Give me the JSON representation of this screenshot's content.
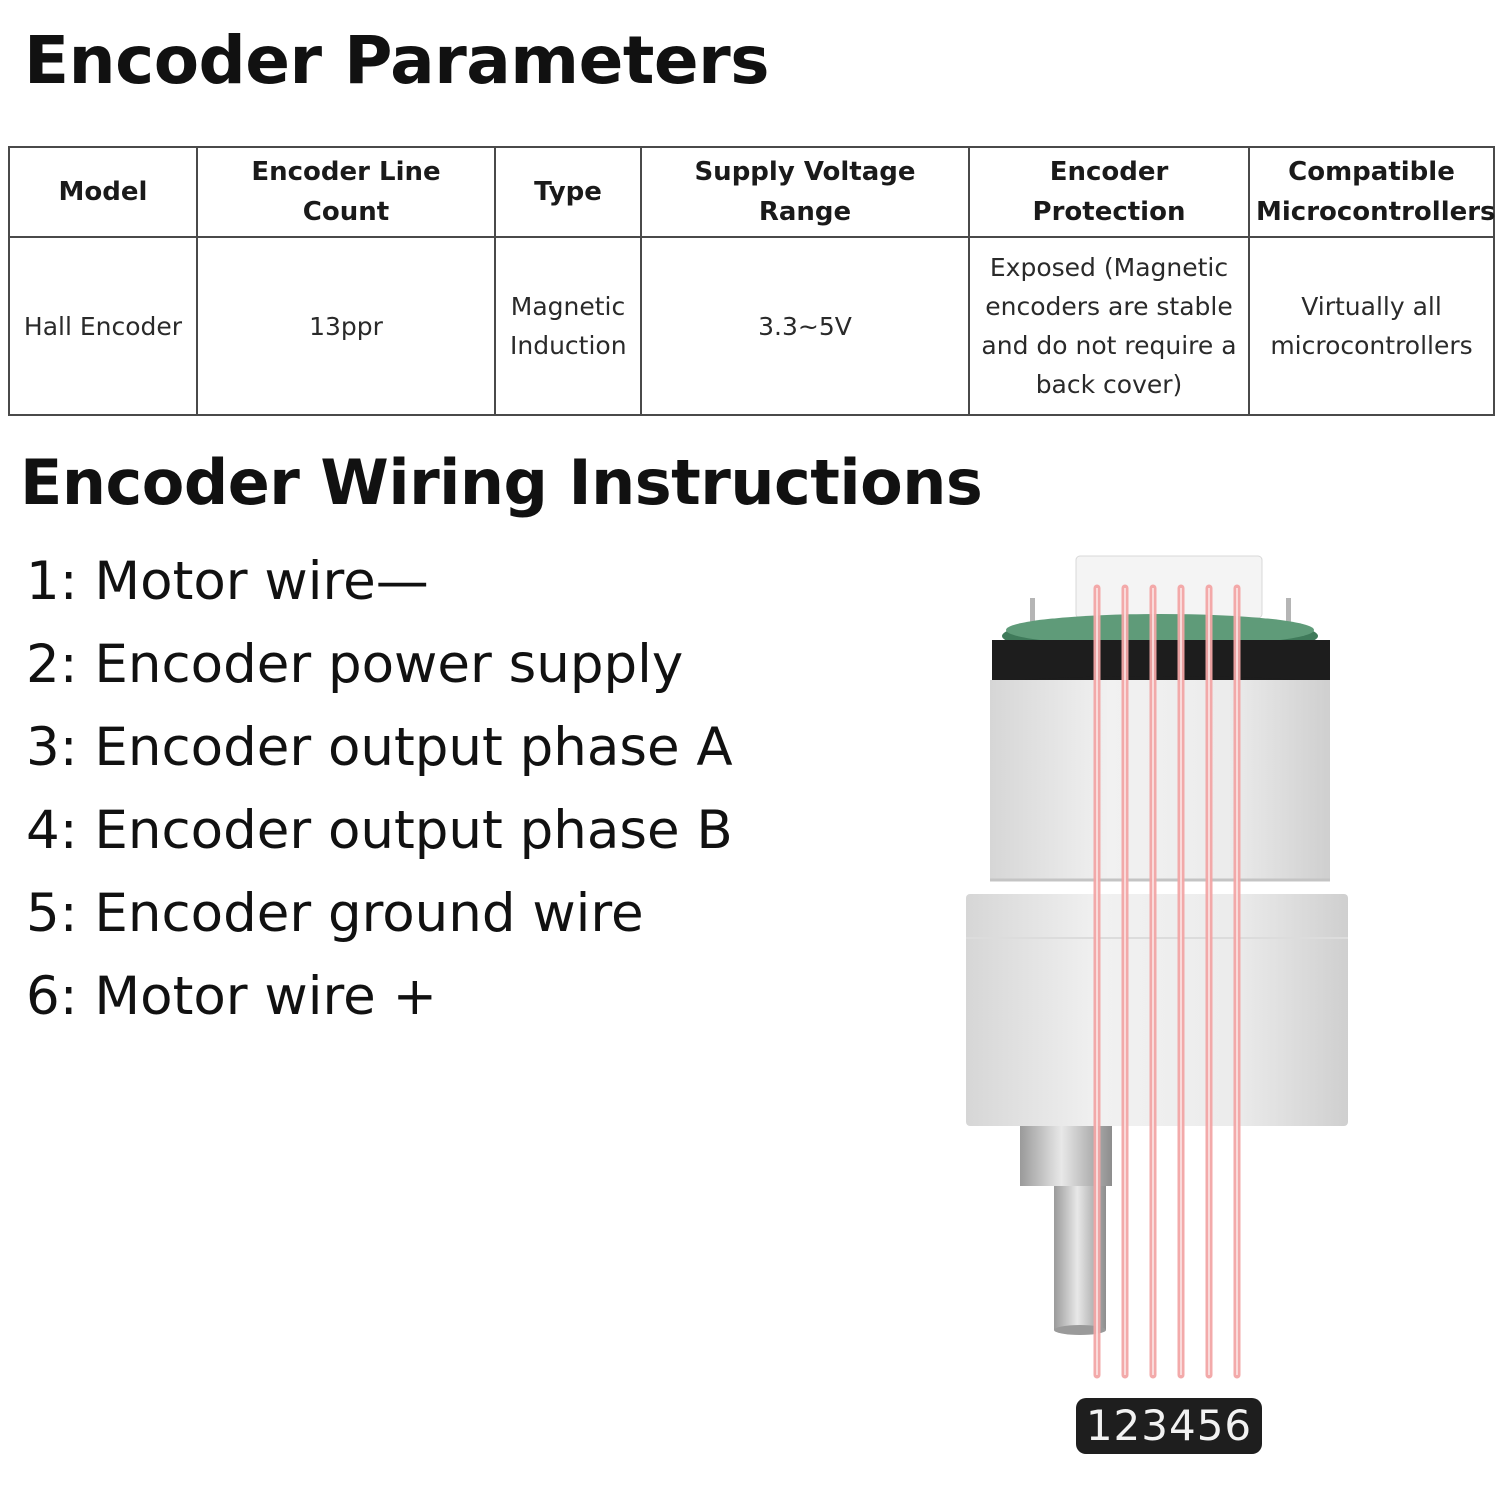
{
  "params_section": {
    "title": "Encoder Parameters",
    "columns": [
      "Model",
      "Encoder Line Count",
      "Type",
      "Supply Voltage Range",
      "Encoder Protection",
      "Compatible Microcontrollers"
    ],
    "rows": [
      [
        "Hall Encoder",
        "13ppr",
        "Magnetic Induction",
        "3.3~5V",
        "Exposed (Magnetic encoders are stable and do not require a back cover)",
        "Virtually all microcontrollers"
      ]
    ]
  },
  "wiring_section": {
    "title": "Encoder Wiring Instructions",
    "items": [
      "1: Motor wire—",
      "2: Encoder power supply",
      "3: Encoder output phase A",
      "4: Encoder output phase B",
      "5: Encoder ground wire",
      "6: Motor wire +"
    ],
    "pin_label": "123456"
  },
  "colors": {
    "wire": "#f3a6a6",
    "pcb": "#3f7a5a",
    "housing": "#e9e9e9"
  }
}
